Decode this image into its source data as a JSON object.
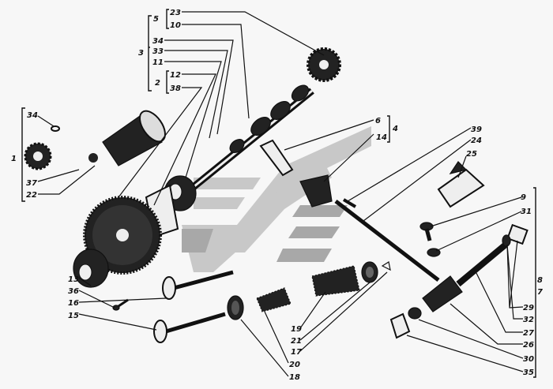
{
  "diagram": {
    "type": "exploded-view parts diagram",
    "groups": {
      "g5": {
        "label": "5",
        "items": [
          "23",
          "10"
        ]
      },
      "g3": {
        "label": "3",
        "items": [
          "34",
          "33",
          "11"
        ]
      },
      "g2": {
        "label": "2",
        "items": [
          "12",
          "38"
        ]
      },
      "g1": {
        "label": "1",
        "items": [
          "34"
        ]
      },
      "g4": {
        "label": "4",
        "items": [
          "6",
          "14"
        ]
      },
      "g8": {
        "labels": [
          "8",
          "7"
        ]
      }
    },
    "labels": {
      "l37": "37",
      "l22": "22",
      "l39": "39",
      "l24": "24",
      "l25": "25",
      "l9": "9",
      "l31": "31",
      "l29": "29",
      "l32": "32",
      "l27": "27",
      "l26": "26",
      "l30": "30",
      "l35": "35",
      "l13": "13",
      "l36": "36",
      "l16": "16",
      "l15": "15",
      "l19": "19",
      "l21": "21",
      "l17": "17",
      "l20": "20",
      "l18": "18"
    }
  }
}
